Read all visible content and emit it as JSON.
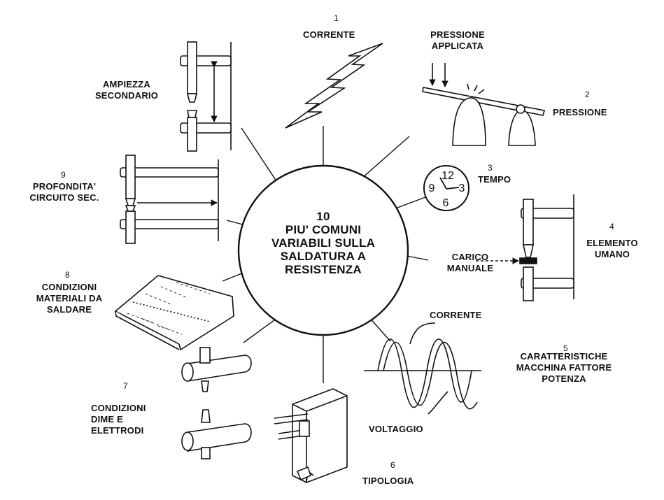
{
  "center": {
    "number": "10",
    "lines": [
      "PIU' COMUNI",
      "VARIABILI SULLA",
      "SALDATURA A",
      "RESISTENZA"
    ]
  },
  "variables": {
    "corrente": {
      "number": "1",
      "title": "CORRENTE"
    },
    "pressione": {
      "number": "2",
      "caption": "PRESSIONE APPLICATA",
      "title": "PRESSIONE"
    },
    "tempo": {
      "number": "3",
      "title": "TEMPO"
    },
    "elemento_umano": {
      "number": "4",
      "caption": "CARICO MANUALE",
      "title": "ELEMENTO UMANO"
    },
    "caratteristiche": {
      "number": "5",
      "title": "CARATTERISTICHE MACCHINA FATTORE POTENZA",
      "wave_current": "CORRENTE",
      "wave_voltage": "VOLTAGGIO"
    },
    "tipologia": {
      "number": "6",
      "title": "TIPOLOGIA"
    },
    "dime": {
      "number": "7",
      "title": "CONDIZIONI DIME E ELETTRODI"
    },
    "materiali": {
      "number": "8",
      "title": "CONDIZIONI MATERIALI DA SALDARE"
    },
    "profondita": {
      "number": "9",
      "title": "PROFONDITA' CIRCUITO SEC."
    },
    "ampiezza": {
      "title": "AMPIEZZA SECONDARIO"
    }
  },
  "clock_numerals": [
    "12",
    "3",
    "6",
    "9"
  ],
  "colors": {
    "ink": "#111111",
    "background": "#ffffff"
  }
}
